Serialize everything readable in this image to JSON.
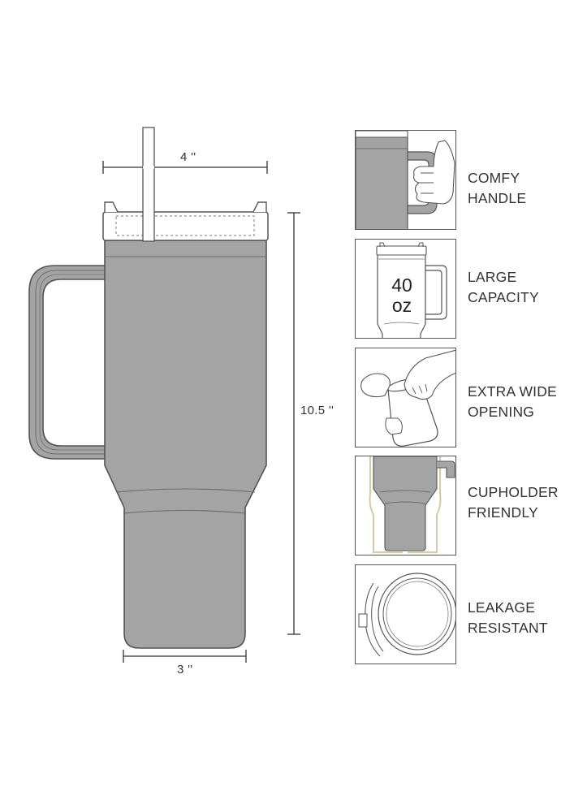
{
  "dimensions": {
    "lid_width": "4 ''",
    "height": "10.5 ''",
    "base_width": "3 ''"
  },
  "features": [
    {
      "id": "handle",
      "icon": "hand-gripping-handle-icon",
      "line1": "COMFY",
      "line2": "HANDLE"
    },
    {
      "id": "capacity",
      "icon": "tumbler-capacity-icon",
      "line1": "LARGE",
      "line2": "CAPACITY",
      "capacity_number": "40",
      "capacity_unit": "oz"
    },
    {
      "id": "opening",
      "icon": "hand-in-opening-icon",
      "line1": "EXTRA WIDE",
      "line2": "OPENING"
    },
    {
      "id": "cupholder",
      "icon": "cupholder-tumbler-icon",
      "line1": "CUPHOLDER",
      "line2": "FRIENDLY"
    },
    {
      "id": "leakage",
      "icon": "lid-seal-icon",
      "line1": "LEAKAGE",
      "line2": "RESISTANT"
    }
  ],
  "colors": {
    "tumbler_fill": "#a4a4a4",
    "outline": "#555555",
    "cupholder_accent": "#d8c9a3"
  }
}
